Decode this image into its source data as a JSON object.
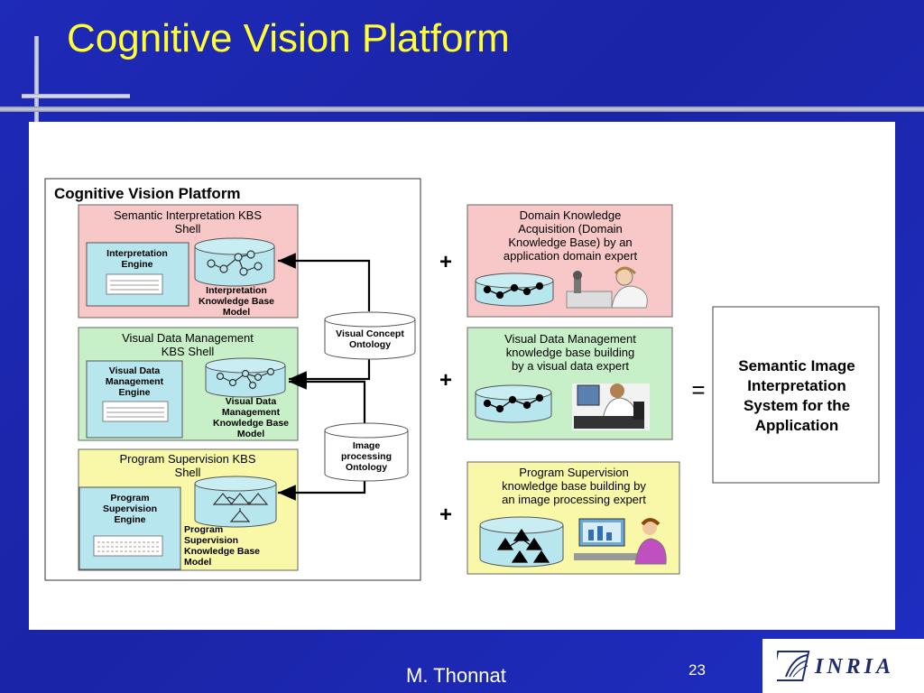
{
  "slide": {
    "title": "Cognitive Vision Platform",
    "author": "M. Thonnat",
    "page_number": "23",
    "logo_text": "INRIA"
  },
  "diagram": {
    "platform_title": "Cognitive Vision Platform",
    "shells": [
      {
        "title_lines": [
          "Semantic Interpretation KBS",
          "Shell"
        ],
        "engine_lines": [
          "Interpretation",
          "Engine"
        ],
        "kb_lines": [
          "Interpretation",
          "Knowledge Base",
          "Model"
        ]
      },
      {
        "title_lines": [
          "Visual Data Management",
          "KBS Shell"
        ],
        "engine_lines": [
          "Visual Data",
          "Management",
          "Engine"
        ],
        "kb_lines": [
          "Visual Data",
          "Management",
          "Knowledge Base",
          "Model"
        ]
      },
      {
        "title_lines": [
          "Program Supervision KBS",
          "Shell"
        ],
        "engine_lines": [
          "Program",
          "Supervision",
          "Engine"
        ],
        "kb_lines": [
          "Program",
          "Supervision",
          "Knowledge Base",
          "Model"
        ]
      }
    ],
    "ontologies": [
      {
        "lines": [
          "Visual Concept",
          "Ontology"
        ]
      },
      {
        "lines": [
          "Image",
          "processing",
          "Ontology"
        ]
      }
    ],
    "experts": [
      {
        "lines": [
          "Domain Knowledge",
          "Acquisition (Domain",
          "Knowledge Base) by an",
          "application domain expert"
        ]
      },
      {
        "lines": [
          "Visual Data Management",
          "knowledge base building",
          "by a visual data expert"
        ]
      },
      {
        "lines": [
          "Program Supervision",
          "knowledge base building by",
          "an image processing expert"
        ]
      }
    ],
    "plus_sign": "+",
    "equals_sign": "=",
    "result_lines": [
      "Semantic Image",
      "Interpretation",
      "System for the",
      "Application"
    ]
  },
  "colors": {
    "title_yellow": "#ffff33",
    "semantic_fill": "#f8c8c8",
    "visual_fill": "#c8f0c8",
    "program_fill": "#f8f8a8",
    "inner_fill": "#b8e6ee"
  }
}
